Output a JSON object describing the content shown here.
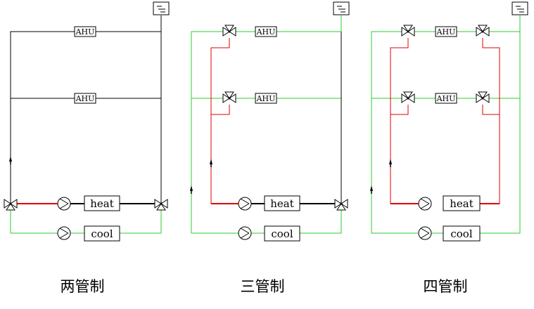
{
  "colors": {
    "black": "#000000",
    "red": "#e00000",
    "green": "#2ecc2e",
    "background": "#ffffff"
  },
  "labels": {
    "ahu": "AHU",
    "heat": "heat",
    "cool": "cool"
  },
  "captions": {
    "two_pipe": "两管制",
    "three_pipe": "三管制",
    "four_pipe": "四管制"
  },
  "icons": [
    "expansion-tank-icon",
    "three-way-valve-icon",
    "two-way-valve-icon",
    "pump-icon",
    "flow-arrow-icon"
  ]
}
